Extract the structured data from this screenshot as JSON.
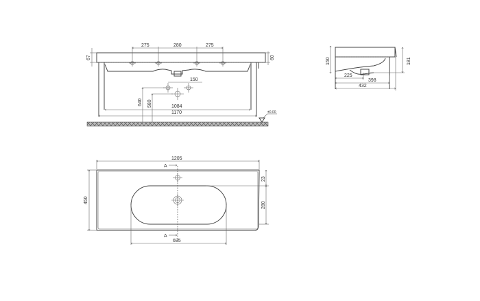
{
  "front_view": {
    "top_dims": [
      "275",
      "280",
      "275"
    ],
    "left_height": "67",
    "right_height": "60",
    "tap_spacing": "150",
    "height_640": "640",
    "height_580": "580",
    "inner_width": "1084",
    "outer_width": "1170",
    "floor_level": "±0.00"
  },
  "side_view": {
    "left_height": "150",
    "right_height": "181",
    "dim_225": "225",
    "dim_398": "398",
    "dim_432": "432"
  },
  "plan_view": {
    "overall_width": "1205",
    "depth": "450",
    "section_top": "A",
    "section_bottom": "A",
    "basin_width": "695",
    "tap_offset": "23",
    "basin_depth": "280"
  }
}
